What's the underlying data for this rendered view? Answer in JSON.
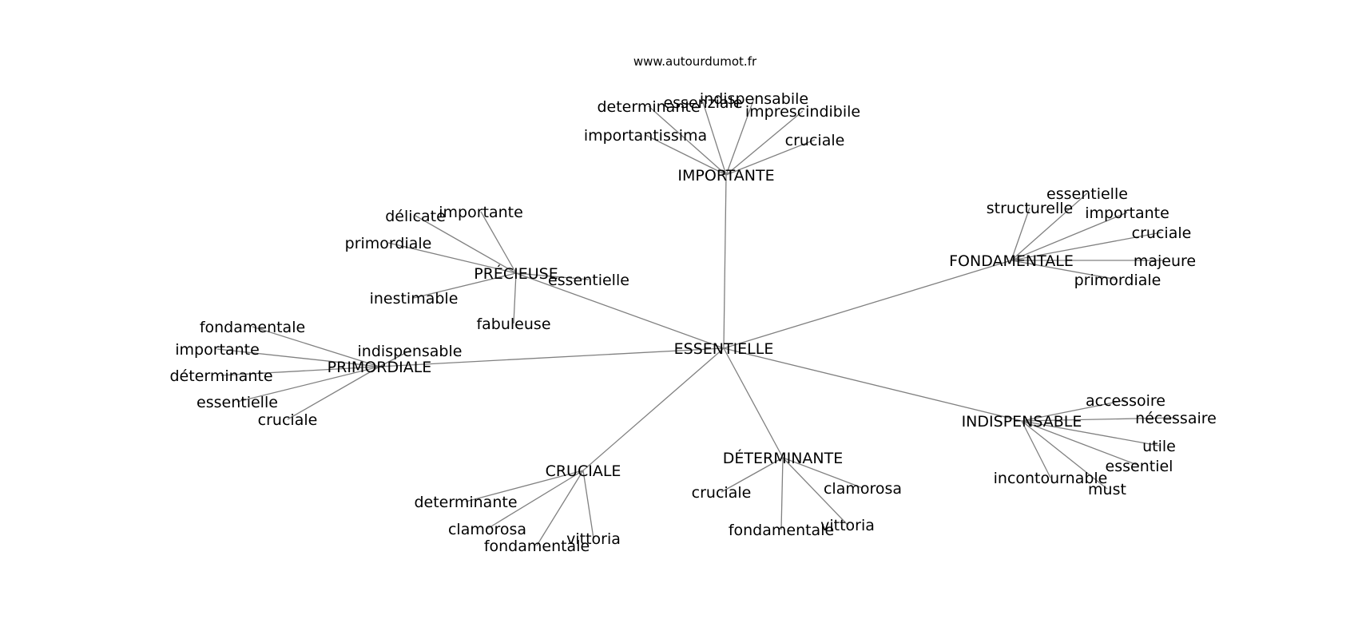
{
  "watermark": "www.autourdumot.fr",
  "graph": {
    "root": "ESSENTIELLE",
    "clusters": [
      {
        "id": "importante",
        "label": "IMPORTANTE",
        "children": [
          "determinante",
          "essenziale",
          "indispensabile",
          "imprescindibile",
          "importantissima",
          "cruciale"
        ]
      },
      {
        "id": "precieuse",
        "label": "PRÉCIEUSE",
        "children": [
          "délicate",
          "importante",
          "primordiale",
          "essentielle",
          "inestimable",
          "fabuleuse"
        ]
      },
      {
        "id": "fondamentale",
        "label": "FONDAMENTALE",
        "children": [
          "essentielle",
          "structurelle",
          "importante",
          "cruciale",
          "majeure",
          "primordiale"
        ]
      },
      {
        "id": "primordiale",
        "label": "PRIMORDIALE",
        "children": [
          "fondamentale",
          "importante",
          "indispensable",
          "déterminante",
          "essentielle",
          "cruciale"
        ]
      },
      {
        "id": "indispensable",
        "label": "INDISPENSABLE",
        "children": [
          "accessoire",
          "nécessaire",
          "utile",
          "essentiel",
          "incontournable",
          "must"
        ]
      },
      {
        "id": "determinante",
        "label": "DÉTERMINANTE",
        "children": [
          "cruciale",
          "clamorosa",
          "fondamentale",
          "vittoria"
        ]
      },
      {
        "id": "cruciale",
        "label": "CRUCIALE",
        "children": [
          "determinante",
          "clamorosa",
          "fondamentale",
          "vittoria"
        ]
      }
    ]
  }
}
